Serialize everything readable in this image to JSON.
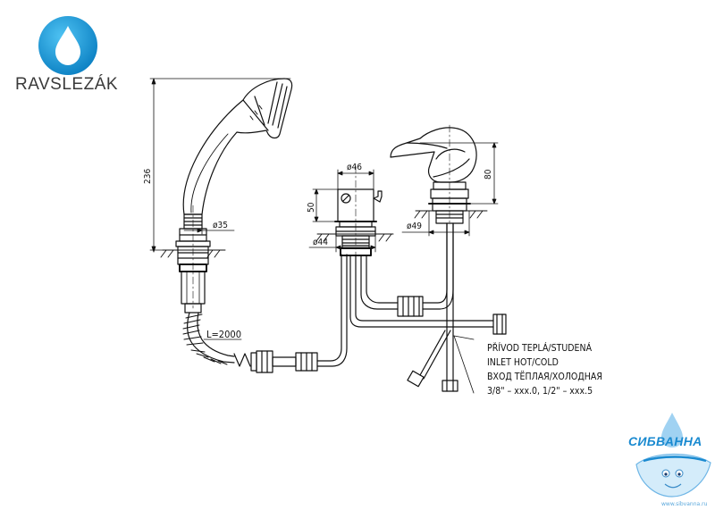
{
  "brand": {
    "name_part1": "RAV",
    "name_part2": "SLEZÁK",
    "logo_icon": "water-drop-icon",
    "accent_color": "#1597d6"
  },
  "dimensions": {
    "shower_height": "236",
    "shower_diameter": "ø35",
    "hose_length": "L=2000",
    "valve_height": "50",
    "valve_diameter": "ø46",
    "valve_base_diameter": "ø44",
    "mixer_height": "80",
    "mixer_diameter": "ø49"
  },
  "inlet_note": {
    "line1": "PŘÍVOD TEPLÁ/STUDENÁ",
    "line2": "INLET HOT/COLD",
    "line3": "ВХОД ТЁПЛАЯ/ХОЛОДНАЯ",
    "line4": "3/8\" – xxx.0, 1/2\" – xxx.5"
  },
  "watermark": {
    "name": "СИБВАННА",
    "url": "www.sibvanna.ru",
    "color": "#1a8ad0"
  }
}
